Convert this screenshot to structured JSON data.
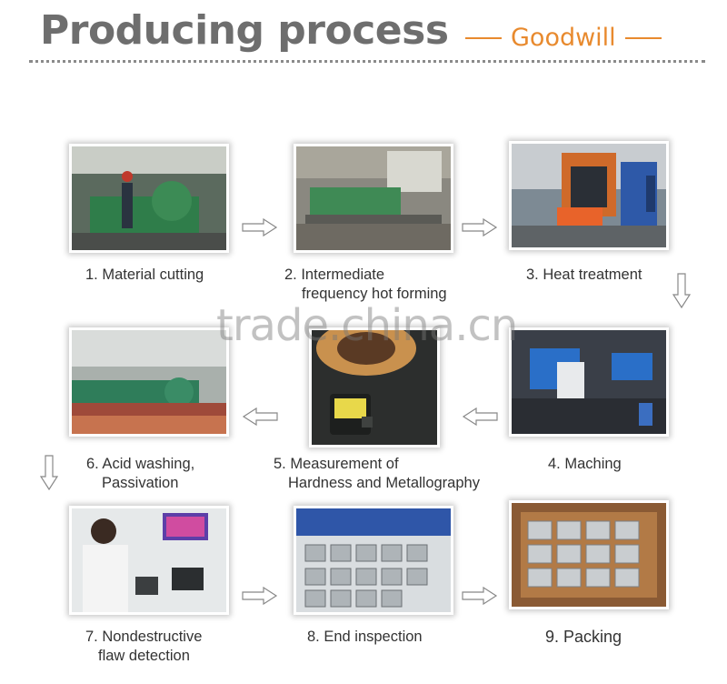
{
  "header": {
    "title": "Producing process",
    "brand": "Goodwill"
  },
  "steps": [
    {
      "line1": "1. Material cutting",
      "line2": ""
    },
    {
      "line1": "2. Intermediate",
      "line2": "frequency hot forming"
    },
    {
      "line1": "3. Heat treatment",
      "line2": ""
    },
    {
      "line1": "4. Maching",
      "line2": ""
    },
    {
      "line1": "5. Measurement of",
      "line2": "Hardness and Metallography"
    },
    {
      "line1": "6. Acid washing,",
      "line2": "Passivation"
    },
    {
      "line1": "7. Nondestructive",
      "line2": "flaw detection"
    },
    {
      "line1": "8. End inspection",
      "line2": ""
    },
    {
      "line1": "9. Packing",
      "line2": ""
    }
  ],
  "watermark": "trade.china.cn",
  "colors": {
    "brand": "#e88a2e",
    "title": "#6e6e6e"
  }
}
